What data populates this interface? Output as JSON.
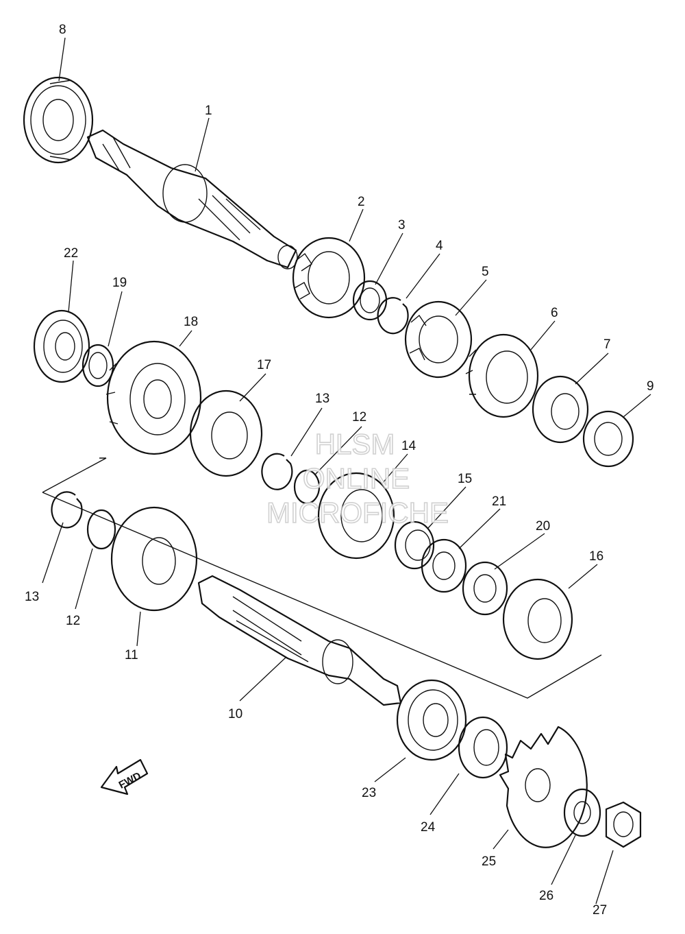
{
  "watermark": {
    "line1": "HLSM",
    "line2": "ONLINE",
    "line3": "MICROFICHE"
  },
  "direction_arrow": {
    "label": "FWD"
  },
  "callouts": [
    "8",
    "1",
    "2",
    "3",
    "4",
    "5",
    "22",
    "19",
    "18",
    "17",
    "6",
    "7",
    "9",
    "13",
    "12",
    "14",
    "15",
    "21",
    "20",
    "16",
    "13",
    "12",
    "11",
    "10",
    "23",
    "24",
    "25",
    "26",
    "27"
  ]
}
